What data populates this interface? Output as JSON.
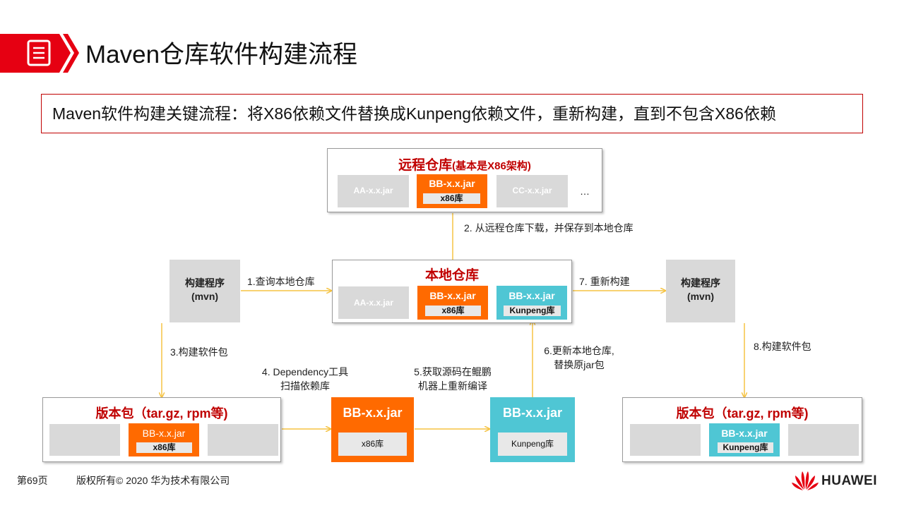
{
  "header": {
    "title": "Maven仓库软件构建流程",
    "accent_color": "#e60012",
    "icon": "document-icon"
  },
  "summary": {
    "text": "Maven软件构建关键流程：将X86依赖文件替换成Kunpeng依赖文件，重新构建，直到不包含X86依赖"
  },
  "remote_repo": {
    "title": "远程仓库",
    "subtitle": "(基本是X86架构)",
    "items": [
      "AA-x.x.jar",
      "BB-x.x.jar",
      "CC-x.x.jar"
    ],
    "bb_lib": "x86库",
    "ellipsis": "…"
  },
  "local_repo": {
    "title": "本地仓库",
    "items": [
      "AA-x.x.jar",
      "BB-x.x.jar",
      "BB-x.x.jar"
    ],
    "x86_lib": "x86库",
    "kunpeng_lib": "Kunpeng库"
  },
  "build_tool": {
    "left": "构建程序\n(mvn)",
    "right": "构建程序\n(mvn)"
  },
  "steps": {
    "s1": "1.查询本地仓库",
    "s2": "2. 从远程仓库下载，并保存到本地仓库",
    "s3": "3.构建软件包",
    "s4": "4. Dependency工具\n扫描依赖库",
    "s5": "5.获取源码在鲲鹏\n机器上重新编译",
    "s6": "6.更新本地仓库,\n替换原jar包",
    "s7": "7. 重新构建",
    "s8": "8.构建软件包"
  },
  "package_left": {
    "title": "版本包（tar.gz, rpm等)",
    "jar": "BB-x.x.jar",
    "lib": "x86库"
  },
  "middle_jar_x86": {
    "jar": "BB-x.x.jar",
    "lib": "x86库"
  },
  "middle_jar_kunpeng": {
    "jar": "BB-x.x.jar",
    "lib": "Kunpeng库"
  },
  "package_right": {
    "title": "版本包（tar.gz, rpm等)",
    "jar": "BB-x.x.jar",
    "lib": "Kunpeng库"
  },
  "footer": {
    "page": "第69页",
    "copyright": "版权所有© 2020 华为技术有限公司",
    "brand": "HUAWEI",
    "brand_logo": "huawei-flower-logo"
  },
  "colors": {
    "red": "#c00000",
    "orange": "#ff6a00",
    "cyan": "#4fc6d4",
    "gray": "#d9d9d9",
    "arrow": "#f5c342"
  }
}
